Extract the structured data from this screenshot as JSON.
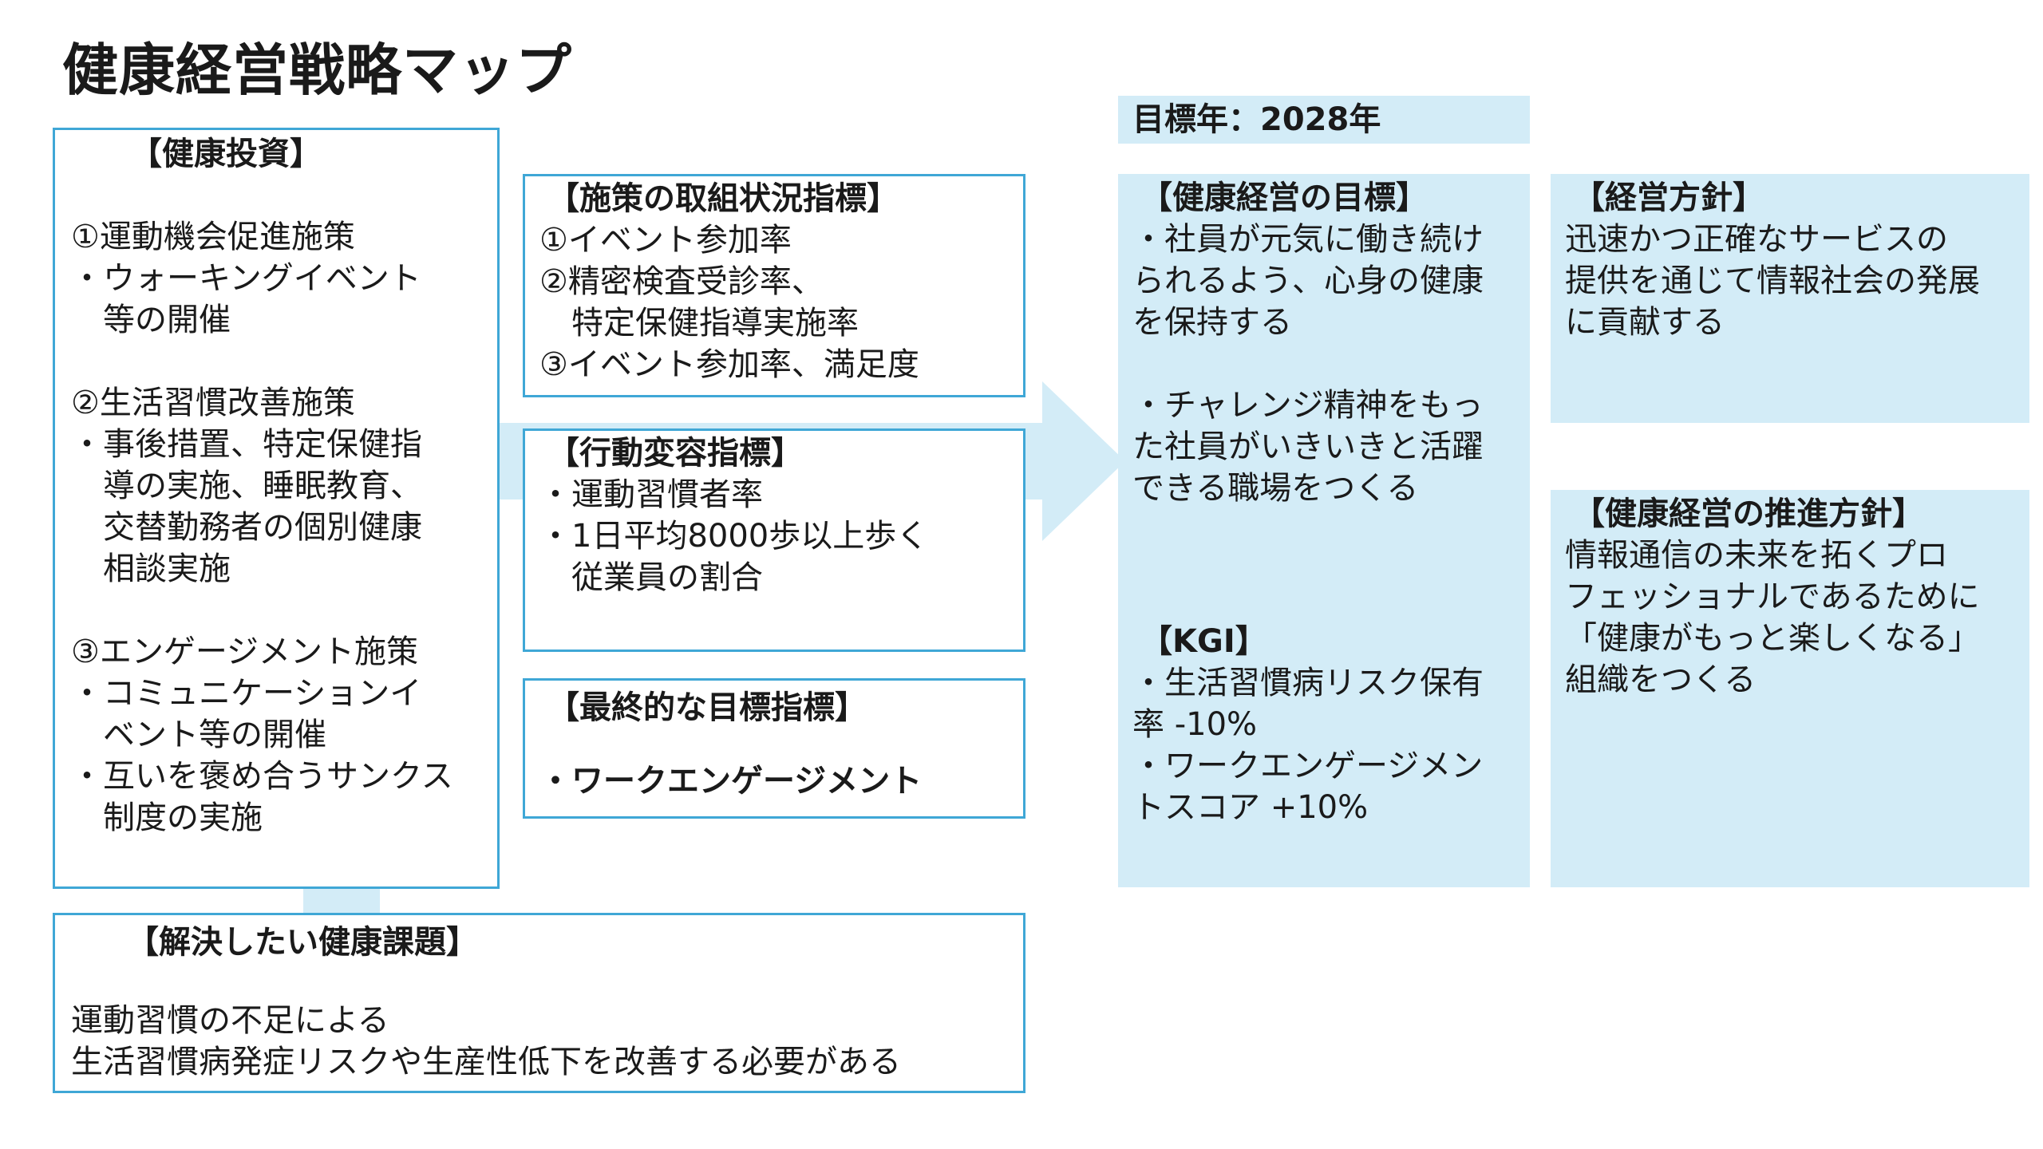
{
  "title": "健康経営戦略マップ",
  "colors": {
    "border": "#3fa7d6",
    "fill": "#d3ecf7"
  },
  "investment": {
    "heading": "【健康投資】",
    "s1_title": "①運動機会促進施策",
    "s1_b1_l1": "・ウォーキングイベント",
    "s1_b1_l2": "等の開催",
    "s2_title": "②生活習慣改善施策",
    "s2_b1_l1": "・事後措置、特定保健指",
    "s2_b1_l2": "導の実施、睡眠教育、",
    "s2_b1_l3": "交替勤務者の個別健康",
    "s2_b1_l4": "相談実施",
    "s3_title": "③エンゲージメント施策",
    "s3_b1_l1": "・コミュニケーションイ",
    "s3_b1_l2": "ベント等の開催",
    "s3_b2_l1": "・互いを褒め合うサンクス",
    "s3_b2_l2": "制度の実施"
  },
  "progress_kpi": {
    "heading": "【施策の取組状況指標】",
    "l1": "①イベント参加率",
    "l2": "②精密検査受診率、",
    "l3": "特定保健指導実施率",
    "l4": "③イベント参加率、満足度"
  },
  "behavior_kpi": {
    "heading": "【行動変容指標】",
    "l1": "・運動習慣者率",
    "l2": "・1日平均8000歩以上歩く",
    "l3": "従業員の割合"
  },
  "final_kpi": {
    "heading": "【最終的な目標指標】",
    "l1": "・ワークエンゲージメント"
  },
  "issue": {
    "heading": "【解決したい健康課題】",
    "l1": "運動習慣の不足による",
    "l2": "生活習慣病発症リスクや生産性低下を改善する必要がある"
  },
  "target_year": "目標年：2028年",
  "goal": {
    "heading": "【健康経営の目標】",
    "l1": "・社員が元気に働き続け",
    "l2": "られるよう、心身の健康",
    "l3": "を保持する",
    "l4": "・チャレンジ精神をもっ",
    "l5": "た社員がいきいきと活躍",
    "l6": "できる職場をつくる"
  },
  "kgi": {
    "heading": "【KGI】",
    "l1": "・生活習慣病リスク保有",
    "l2": "率 -10%",
    "l3": "・ワークエンゲージメン",
    "l4": "トスコア +10%"
  },
  "policy": {
    "heading": "【経営方針】",
    "l1": "迅速かつ正確なサービスの",
    "l2": "提供を通じて情報社会の発展",
    "l3": "に貢献する"
  },
  "promotion": {
    "heading": "【健康経営の推進方針】",
    "l1": "情報通信の未来を拓くプロ",
    "l2": "フェッショナルであるために",
    "l3": "「健康がもっと楽しくなる」",
    "l4": "組織をつくる"
  }
}
